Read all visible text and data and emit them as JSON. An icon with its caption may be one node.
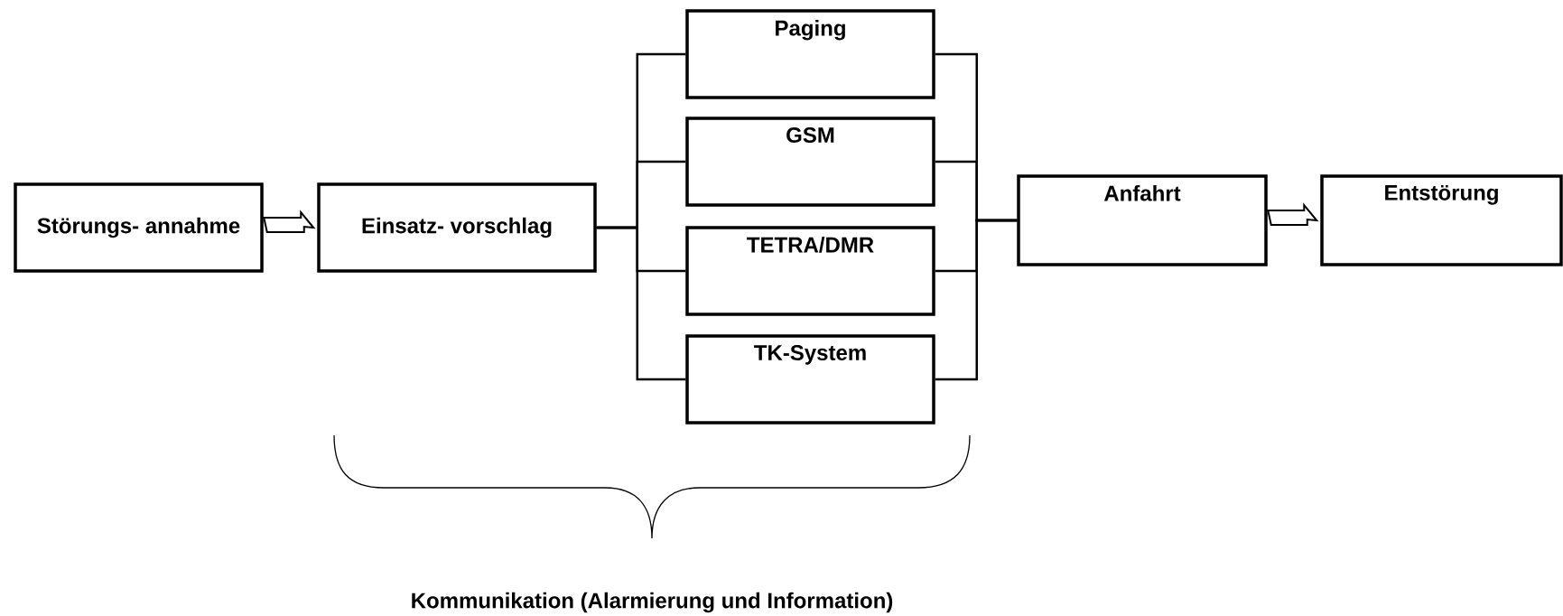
{
  "diagram": {
    "nodes": [
      {
        "text": [
          "Störungs- annahme"
        ]
      },
      {
        "text": [
          "Einsatz- vorschlag"
        ]
      },
      {
        "text": [
          "Paging"
        ]
      },
      {
        "text": [
          "GSM"
        ]
      },
      {
        "text": [
          "TETRA/DMR"
        ]
      },
      {
        "text": [
          "TK-System"
        ]
      },
      {
        "text": [
          "Anfahrt"
        ]
      },
      {
        "text": [
          "Entstörung"
        ]
      }
    ],
    "edges": [
      {
        "from": 0,
        "to": 1,
        "arrow": "to"
      },
      {
        "from": 1,
        "to": 2,
        "arrow": "none"
      },
      {
        "from": 1,
        "to": 3,
        "arrow": "none"
      },
      {
        "from": 1,
        "to": 4,
        "arrow": "none"
      },
      {
        "from": 1,
        "to": 5,
        "arrow": "none"
      },
      {
        "from": 2,
        "to": 6,
        "arrow": "none"
      },
      {
        "from": 3,
        "to": 6,
        "arrow": "none"
      },
      {
        "from": 4,
        "to": 6,
        "arrow": "none"
      },
      {
        "from": 5,
        "to": 6,
        "arrow": "none"
      },
      {
        "from": 6,
        "to": 7,
        "arrow": "to"
      }
    ],
    "labels": [
      "Kommunikation (Alarmierung und Information)"
    ]
  }
}
